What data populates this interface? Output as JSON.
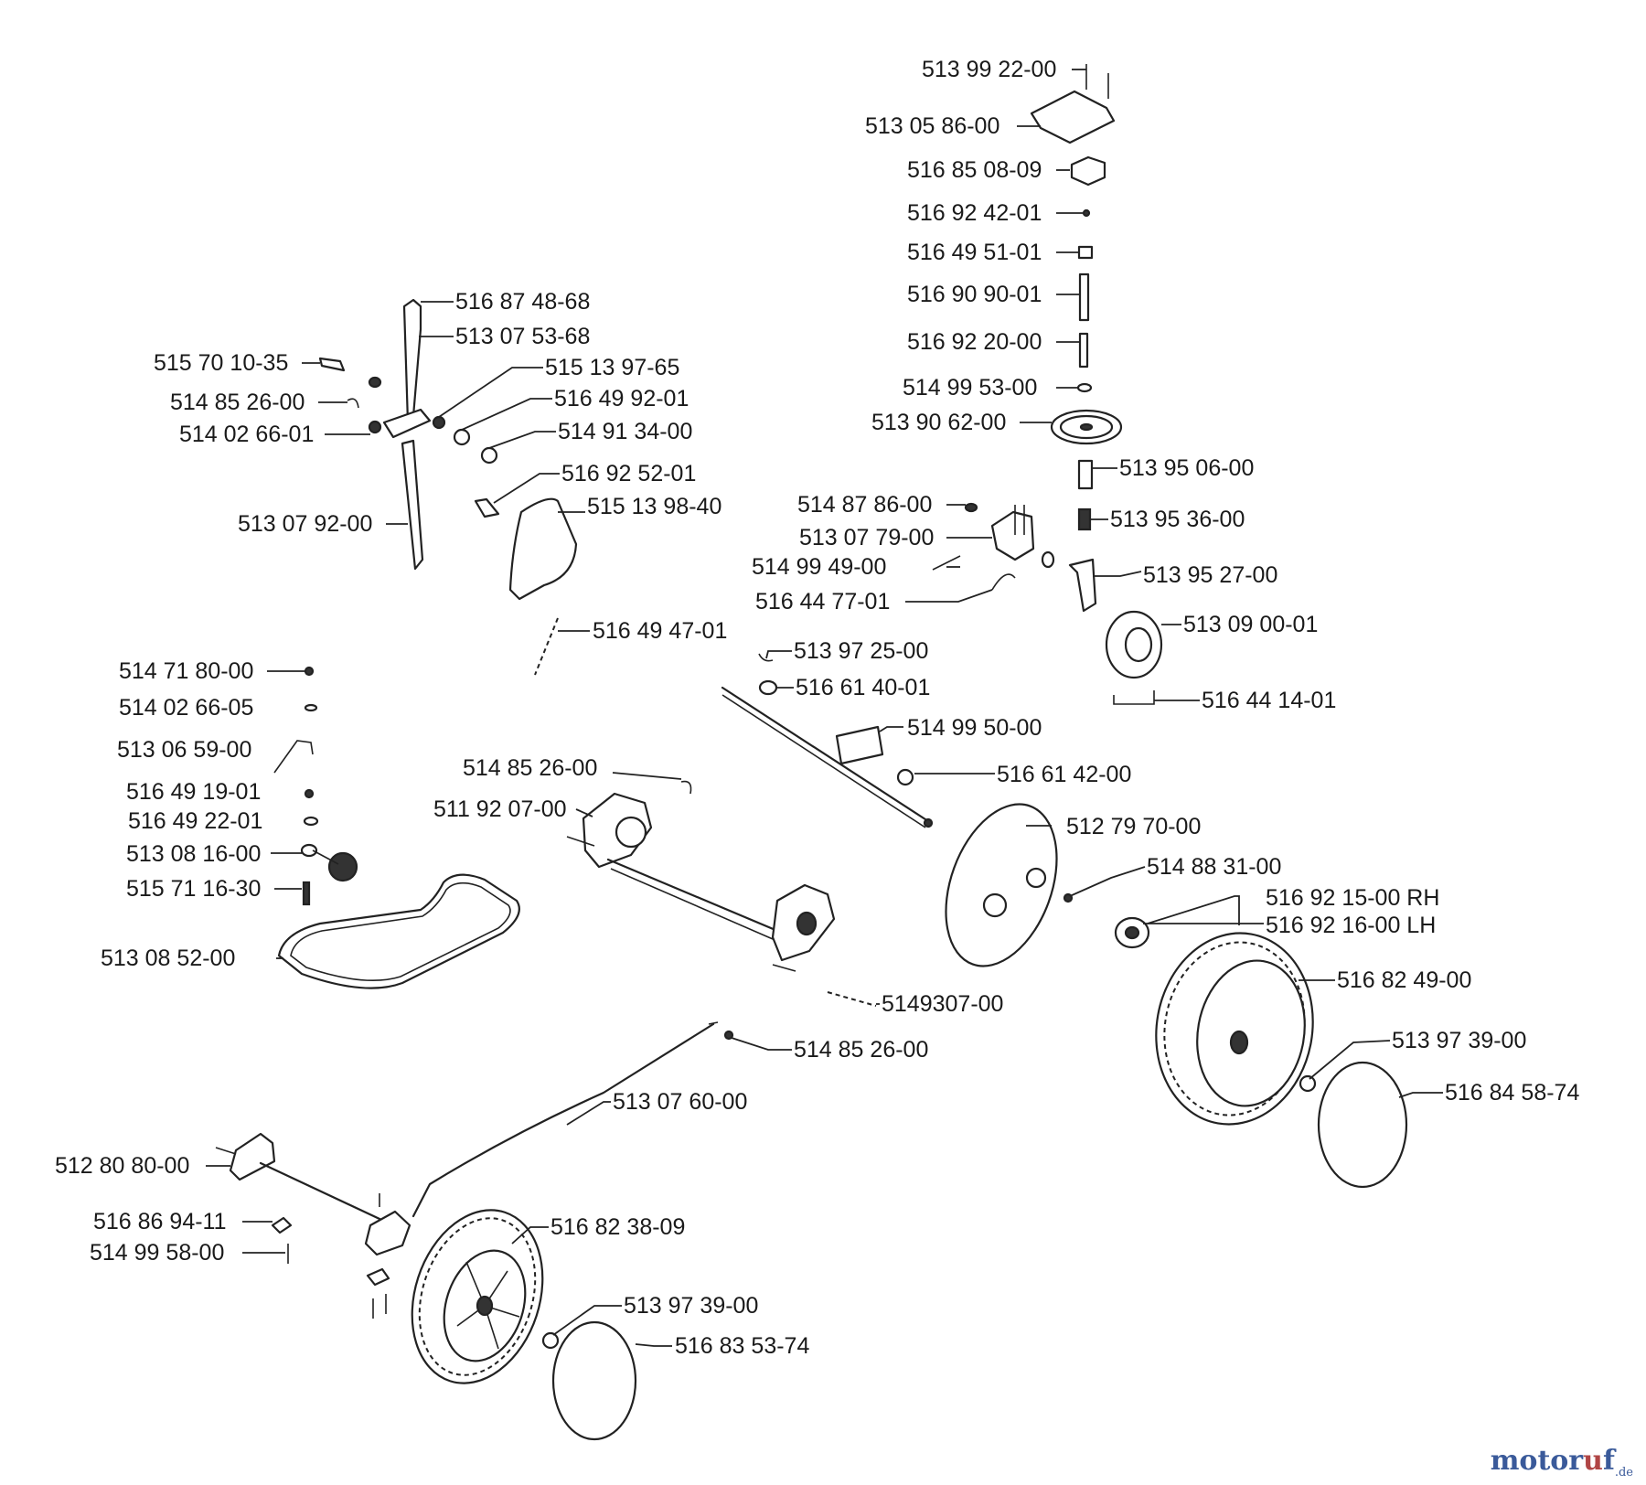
{
  "watermark": {
    "main": "motor",
    "accent": "u",
    "rest": "f",
    "tld": ".de"
  },
  "parts": {
    "p01": "513 99 22-00",
    "p02": "513 05 86-00",
    "p03": "516 85 08-09",
    "p04": "516 92 42-01",
    "p05": "516 49 51-01",
    "p06": "516 90 90-01",
    "p07": "516 92 20-00",
    "p08": "514 99 53-00",
    "p09": "513 90 62-00",
    "p10": "513 95 06-00",
    "p11": "513 95 36-00",
    "p12": "514 87 86-00",
    "p13": "513 07 79-00",
    "p14": "514 99 49-00",
    "p15": "516 44 77-01",
    "p16": "513 95 27-00",
    "p17": "513 09 00-01",
    "p18": "516 44 14-01",
    "p19": "516 87 48-68",
    "p20": "513 07 53-68",
    "p21": "515 70 10-35",
    "p22": "515 13 97-65",
    "p23": "514 85 26-00",
    "p24": "516 49 92-01",
    "p25": "514 02 66-01",
    "p26": "514 91 34-00",
    "p27": "516 92 52-01",
    "p28": "515 13 98-40",
    "p29": "513 07 92-00",
    "p30": "516 49 47-01",
    "p31": "513 97 25-00",
    "p32": "516 61 40-01",
    "p33": "514 71 80-00",
    "p34": "514 02 66-05",
    "p35": "514 99 50-00",
    "p36": "513 06 59-00",
    "p37": "516 61 42-00",
    "p38": "514 85 26-00",
    "p39": "516 49 19-01",
    "p40": "511 92 07-00",
    "p41": "516 49 22-01",
    "p42": "512 79 70-00",
    "p43": "513 08 16-00",
    "p44": "514 88 31-00",
    "p45": "515 71 16-30",
    "p46": "516 92 15-00 RH",
    "p47": "516 92 16-00 LH",
    "p48": "513 08 52-00",
    "p49": "516 82 49-00",
    "p50": "5149307-00",
    "p51": "513 97 39-00",
    "p52": "514 85 26-00",
    "p53": "516 84 58-74",
    "p54": "513 07 60-00",
    "p55": "512 80 80-00",
    "p56": "516 86 94-11",
    "p57": "514 99 58-00",
    "p58": "516 82 38-09",
    "p59": "513 97 39-00",
    "p60": "516 83 53-74"
  }
}
